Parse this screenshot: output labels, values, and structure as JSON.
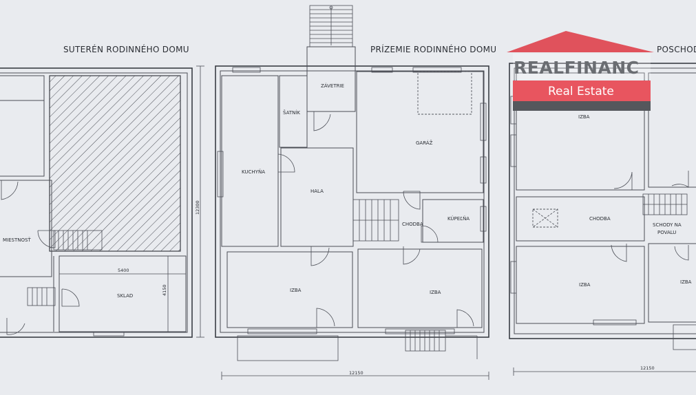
{
  "plans": {
    "basement": {
      "title": "SUTERÉN RODINNÉHO DOMU",
      "rooms": {
        "miestnost": "MIESTNOSŤ",
        "sklad": "SKLAD"
      },
      "dims": {
        "width": "5400",
        "height": "4150"
      }
    },
    "ground": {
      "title": "PRÍZEMIE RODINNÉHO DOMU",
      "rooms": {
        "zavetrie": "ZÁVETRIE",
        "satnik": "ŠATNÍK",
        "kuchyna": "KUCHYŇA",
        "hala": "HALA",
        "garaz": "GARÁŽ",
        "chodba": "CHODBA",
        "kupelna": "KÚPEĽŇA",
        "izba_left": "IZBA",
        "izba_right": "IZBA"
      },
      "dims": {
        "width": "12150",
        "height": "12300"
      }
    },
    "upper": {
      "title": "POSCHODIE",
      "rooms": {
        "izba_top": "IZBA",
        "chodba": "CHODBA",
        "schody": "SCHODY NA",
        "povalu": "POVALU",
        "izba_bottom": "IZBA",
        "izba_right": "IZBA"
      },
      "dims": {
        "width": "12150"
      }
    }
  },
  "logo": {
    "name": "REALFINANC",
    "subtitle": "Real Estate",
    "colors": {
      "roof": "#e0525c",
      "band": "#e8555f",
      "bar": "#55575c",
      "text": "#6a6d72"
    }
  }
}
